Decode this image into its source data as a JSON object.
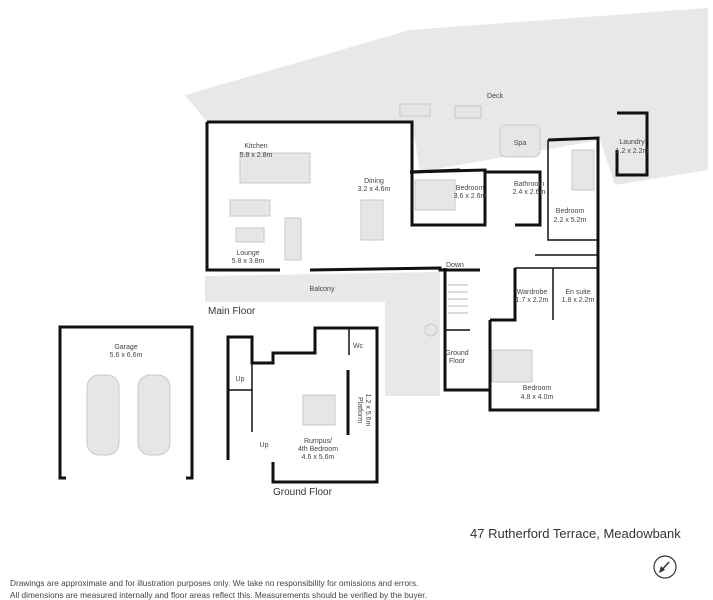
{
  "rooms": {
    "deck": "Deck",
    "spa": "Spa",
    "laundry": "Laundry",
    "laundry_dim": "1.2 x 2.2m",
    "kitchen": "Kitchen",
    "kitchen_dim": "5.8 x 2.8m",
    "dining": "Dining",
    "dining_dim": "3.2 x 4.6m",
    "bedroom1": "Bedroom",
    "bedroom1_dim": "3.6 x 2.6m",
    "bathroom": "Bathroom",
    "bathroom_dim": "2.4 x 2.6m",
    "bedroom2": "Bedroom",
    "bedroom2_dim": "2.2 x 5.2m",
    "lounge": "Lounge",
    "lounge_dim": "5.8 x 3.8m",
    "balcony": "Balcony",
    "down": "Down",
    "wardrobe": "Wardrobe",
    "wardrobe_dim": "1.7 x 2.2m",
    "ensuite": "En suite",
    "ensuite_dim": "1.8 x 2.2m",
    "ground_floor_stair_1": "Ground",
    "ground_floor_stair_2": "Floor",
    "bedroom3": "Bedroom",
    "bedroom3_dim": "4.8 x 4.0m",
    "garage": "Garage",
    "garage_dim": "5.6 x 6.6m",
    "wc": "Wc",
    "up1": "Up",
    "up2": "Up",
    "platform": "Platform",
    "platform_dim": "1.2 x 5.6m",
    "rumpus_1": "Rumpus/",
    "rumpus_2": "4th Bedroom",
    "rumpus_dim": "4.6 x 5.6m"
  },
  "floors": {
    "main": "Main Floor",
    "ground": "Ground Floor"
  },
  "address": "47 Rutherford Terrace, Meadowbank",
  "disclaimer": [
    "Drawings are approximate and for illustration purposes only. We take no responsibility for omissions and errors.",
    "All dimensions are measured internally and floor areas reflect this. Measurements should be verified by the buyer."
  ],
  "icons": {
    "compass": "compass-icon"
  },
  "colors": {
    "deck": "#e8e8e8",
    "wall": "#111111",
    "furniture": "#e6e6e6"
  }
}
